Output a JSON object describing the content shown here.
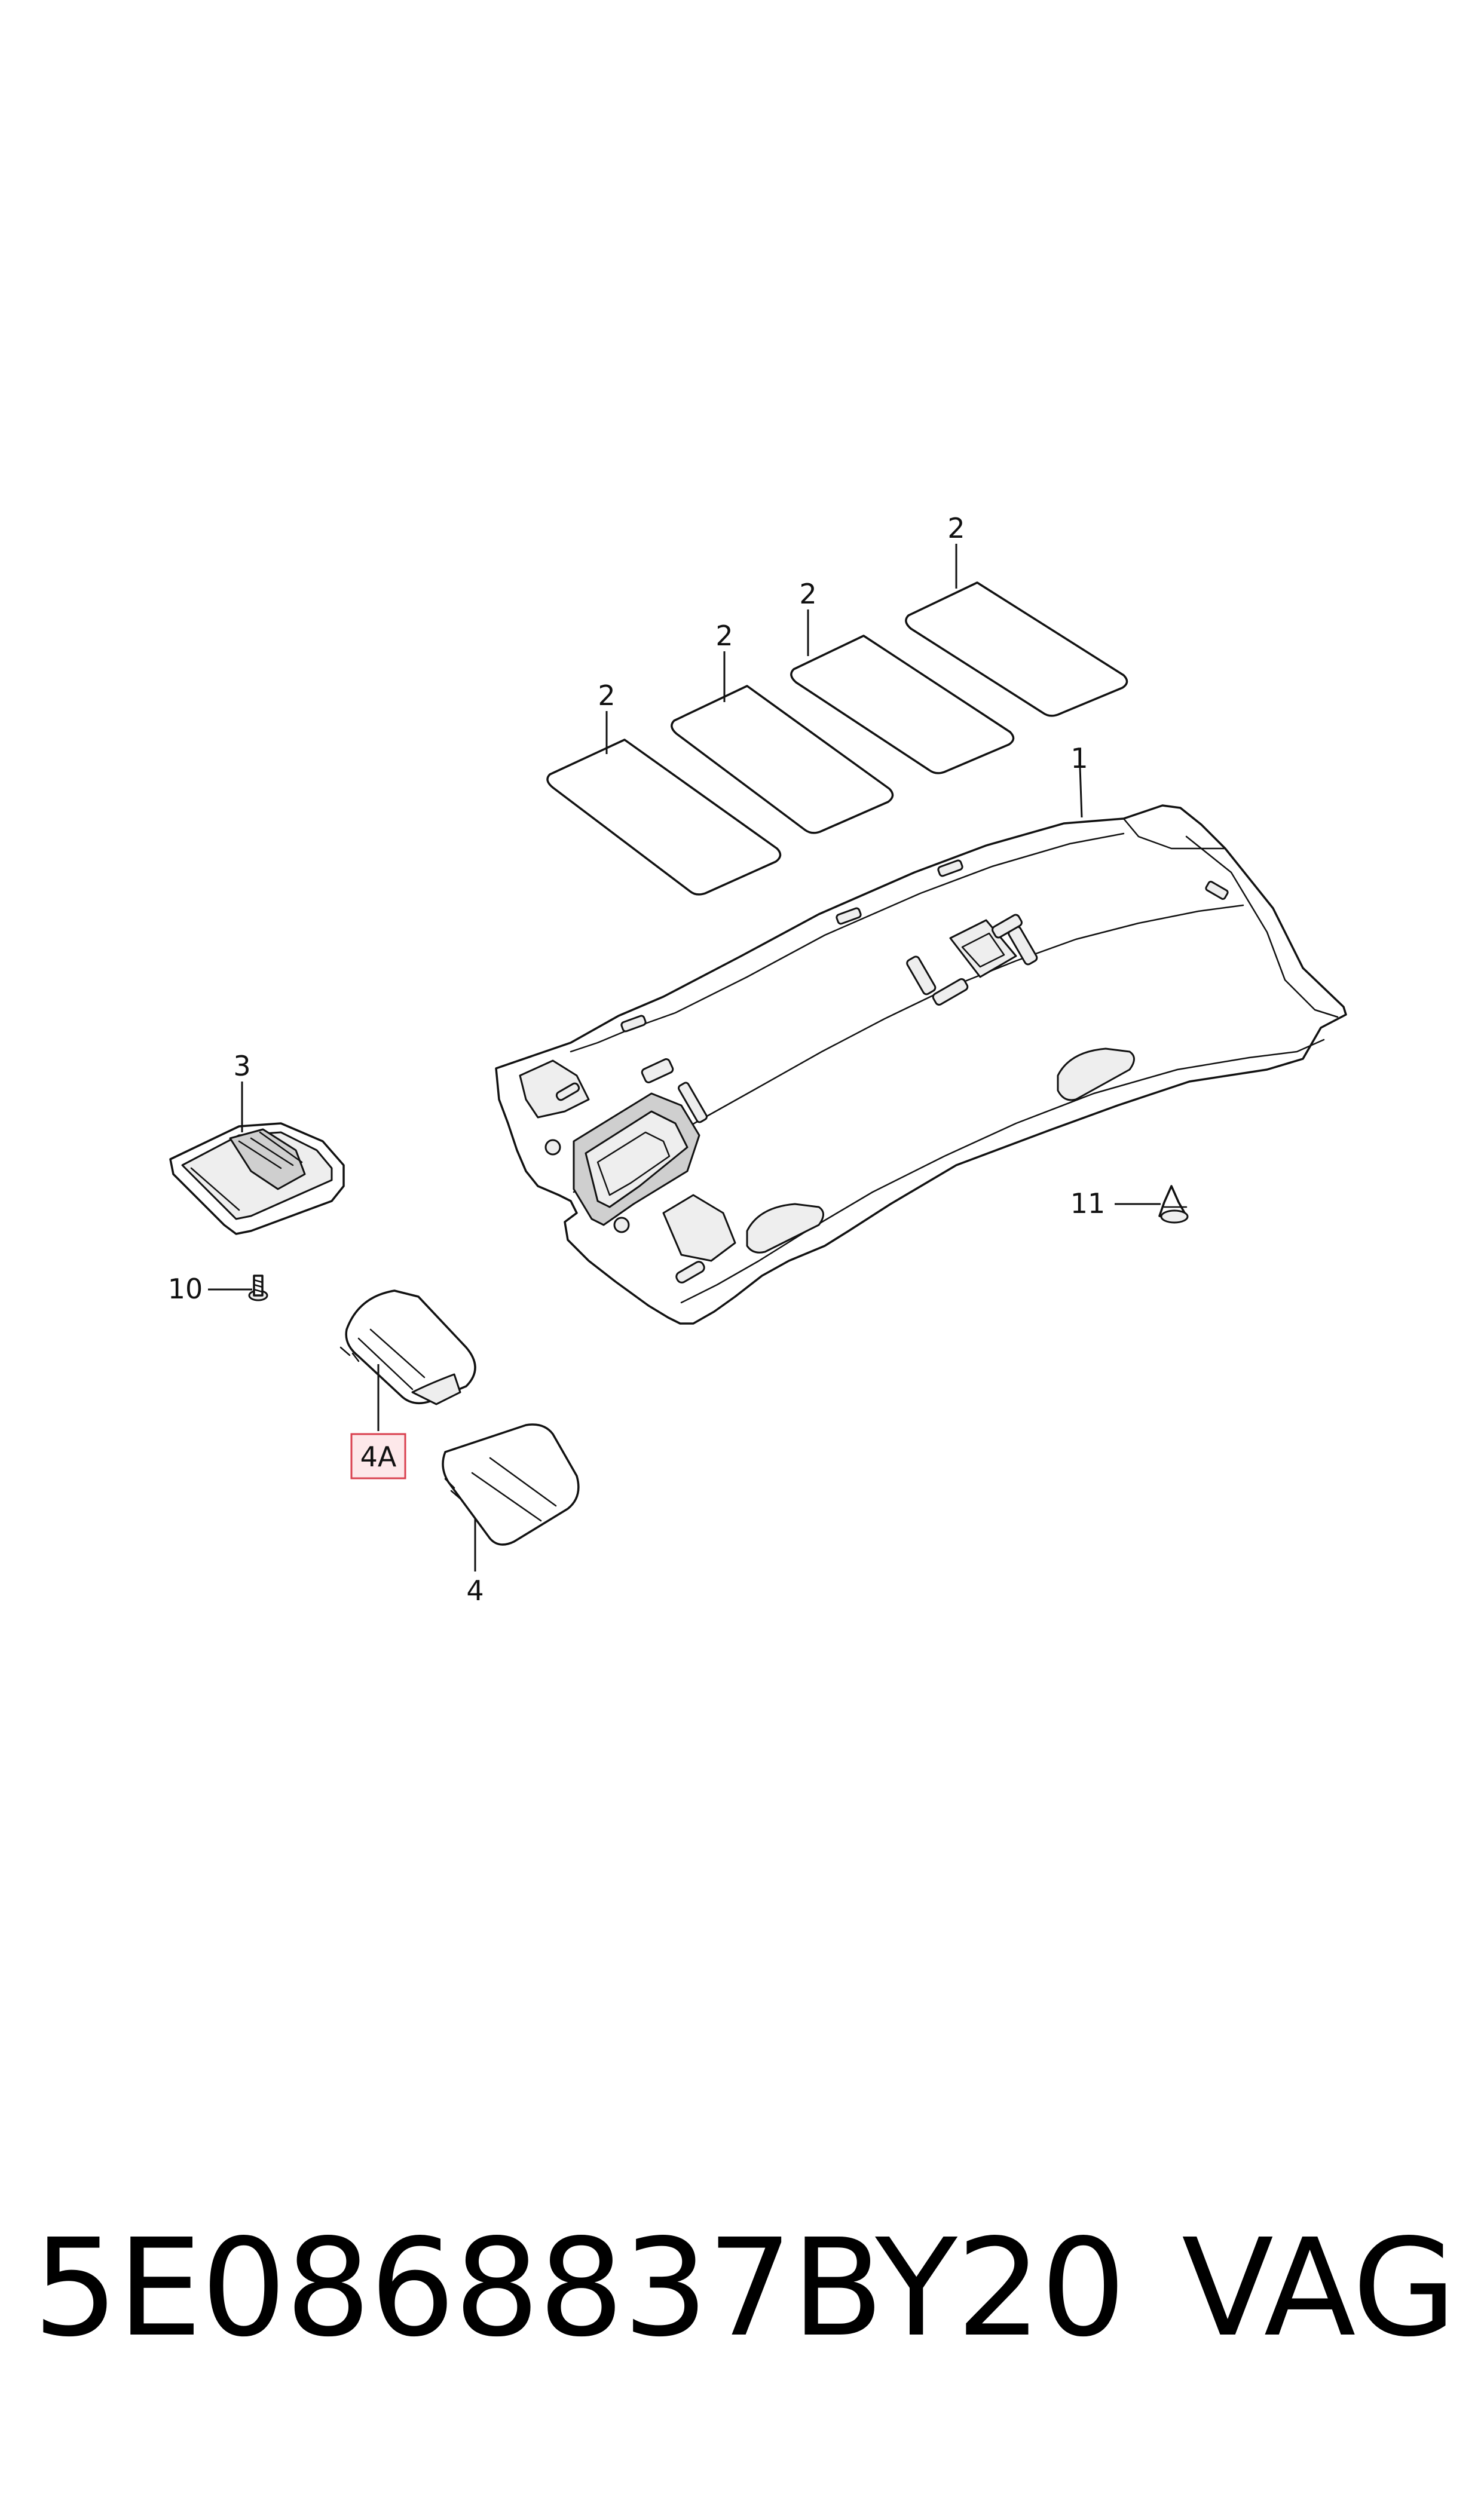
{
  "diagram": {
    "callouts": {
      "part_1": "1",
      "part_2_a": "2",
      "part_2_b": "2",
      "part_2_c": "2",
      "part_2_d": "2",
      "part_3": "3",
      "part_4": "4",
      "part_4a": "4A",
      "part_10": "10",
      "part_11": "11"
    },
    "highlight_color": "#d9404f",
    "highlight_fill": "#fde8ea"
  },
  "footer": {
    "part_number": "5E0868837BY20",
    "brand": "VAG"
  }
}
